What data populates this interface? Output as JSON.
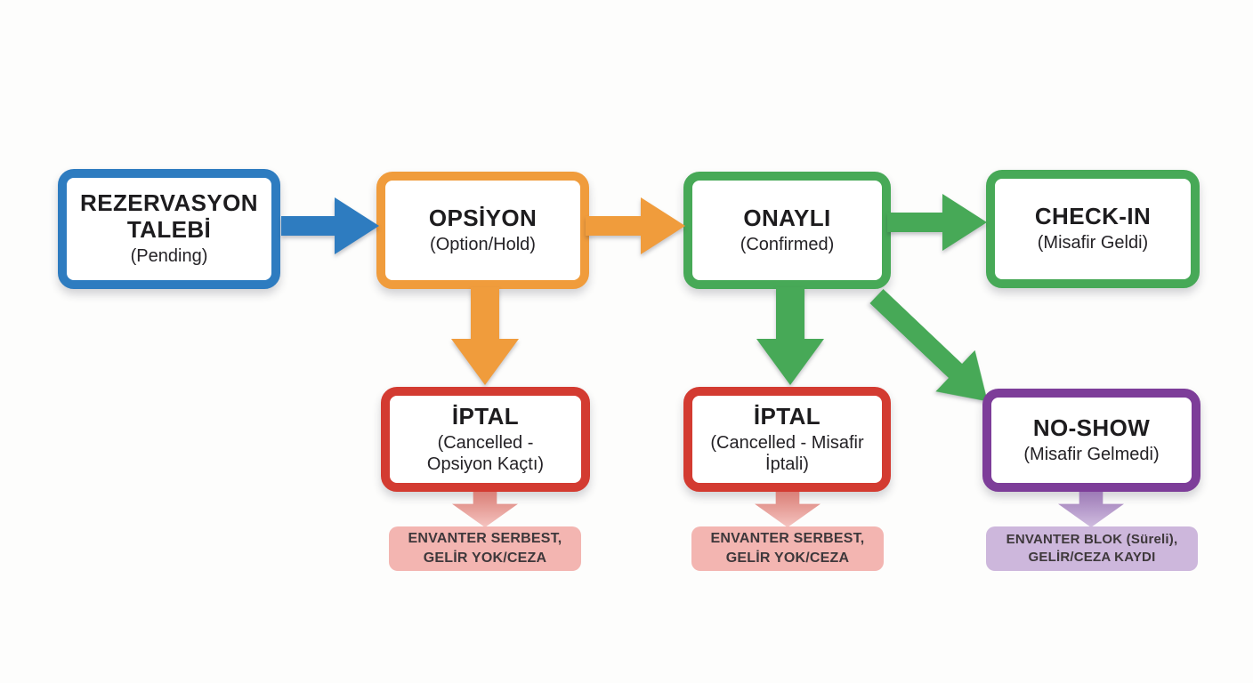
{
  "flowchart": {
    "nodes": {
      "pending": {
        "title": "REZERVASYON TALEBİ",
        "subtitle": "(Pending)"
      },
      "option": {
        "title": "OPSİYON",
        "subtitle": "(Option/Hold)"
      },
      "confirmed": {
        "title": "ONAYLI",
        "subtitle": "(Confirmed)"
      },
      "checkin": {
        "title": "CHECK-IN",
        "subtitle": "(Misafir Geldi)"
      },
      "cancel_option": {
        "title": "İPTAL",
        "subtitle": "(Cancelled - Opsiyon Kaçtı)"
      },
      "cancel_guest": {
        "title": "İPTAL",
        "subtitle": "(Cancelled - Misafir İptali)"
      },
      "noshow": {
        "title": "NO-SHOW",
        "subtitle": "(Misafir Gelmedi)"
      }
    },
    "outcomes": {
      "cancel_option": {
        "line1": "ENVANTER SERBEST,",
        "line2": "GELİR YOK/CEZA"
      },
      "cancel_guest": {
        "line1": "ENVANTER SERBEST,",
        "line2": "GELİR YOK/CEZA"
      },
      "noshow": {
        "line1": "ENVANTER BLOK (Süreli),",
        "line2": "GELİR/CEZA KAYDI"
      }
    },
    "colors": {
      "blue": "#2e7cc0",
      "orange": "#f09c3c",
      "green": "#47a957",
      "red": "#d33b31",
      "purple": "#7d3d99",
      "outcome_pink_bg": "#f3b5b1",
      "outcome_lavender_bg": "#cdb7dc",
      "node_text": "#1d1c1e",
      "outcome_text": "#3e383b",
      "background": "#fdfdfc"
    }
  }
}
